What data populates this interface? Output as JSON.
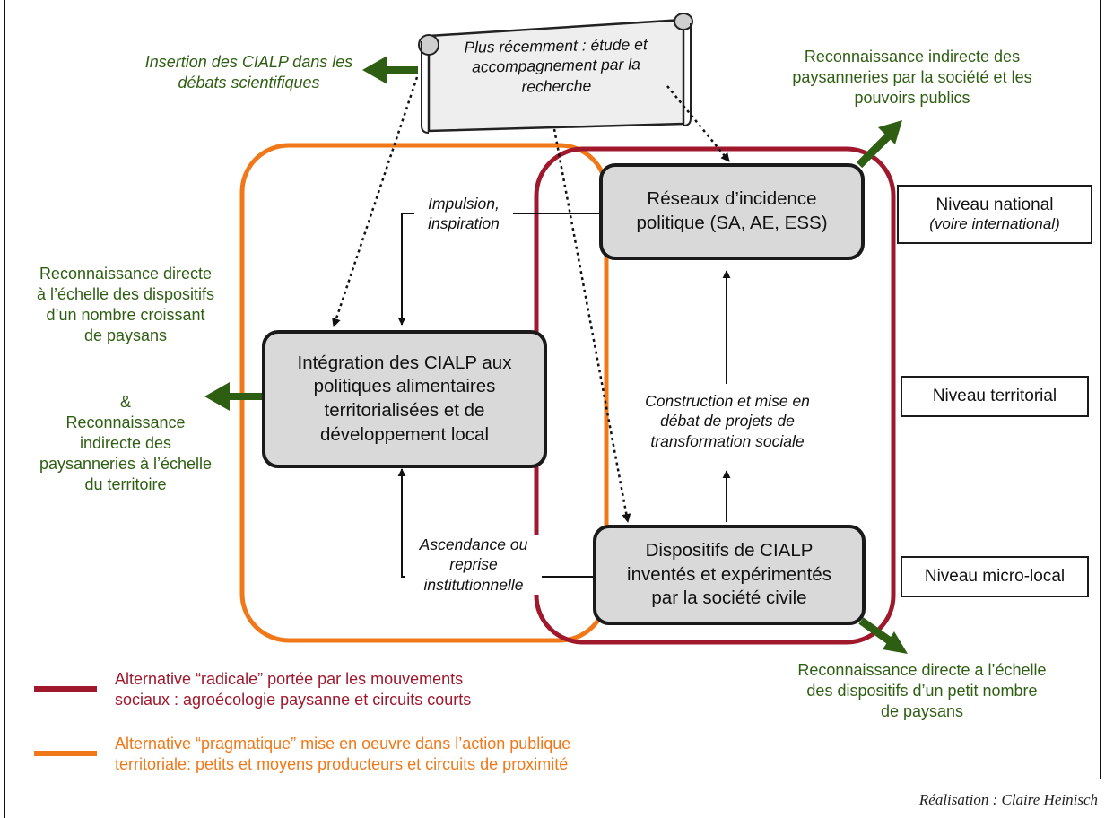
{
  "colors": {
    "radical": "#a0182c",
    "pragmatic": "#f07818",
    "recognition": "#2e5e12",
    "box_fill": "#d9d9d9"
  },
  "scroll": {
    "text": "Plus récemment : étude et accompagnement par la recherche"
  },
  "boxes": {
    "networks": "Réseaux d’incidence politique (SA, AE, ESS)",
    "integration": "Intégration des CIALP aux politiques alimentaires territorialisées et de développement local",
    "devices": "Dispositifs de CIALP inventés et expérimentés par la société civile"
  },
  "levels": {
    "national": "Niveau national",
    "national_note": "(voire international)",
    "territorial": "Niveau territorial",
    "micro": "Niveau micro-local"
  },
  "flows": {
    "impulsion": "Impulsion, inspiration",
    "construction": "Construction et mise en débat de projets de transformation sociale",
    "ascendance": "Ascendance ou reprise institutionnelle"
  },
  "recognition": {
    "scientific": "Insertion des CIALP dans les débats scientifiques",
    "national": "Reconnaissance indirecte des paysanneries par la société et les pouvoirs publics",
    "left_direct": "Reconnaissance directe à l’échelle des dispositifs d’un nombre croissant de paysans",
    "left_and": "&",
    "left_indirect": "Reconnaissance indirecte des paysanneries à l’échelle du territoire",
    "micro": "Reconnaissance directe a l’échelle des dispositifs d’un petit nombre de paysans"
  },
  "legend": [
    {
      "key": "radical",
      "line1": "Alternative “radicale” portée par les mouvements",
      "line2": "sociaux :  agroécologie paysanne et circuits courts"
    },
    {
      "key": "pragmatic",
      "line1": "Alternative “pragmatique” mise en oeuvre  dans l’action publique",
      "line2": "territoriale: petits et moyens producteurs et circuits de proximité"
    }
  ],
  "credit": "Réalisation : Claire Heinisch"
}
